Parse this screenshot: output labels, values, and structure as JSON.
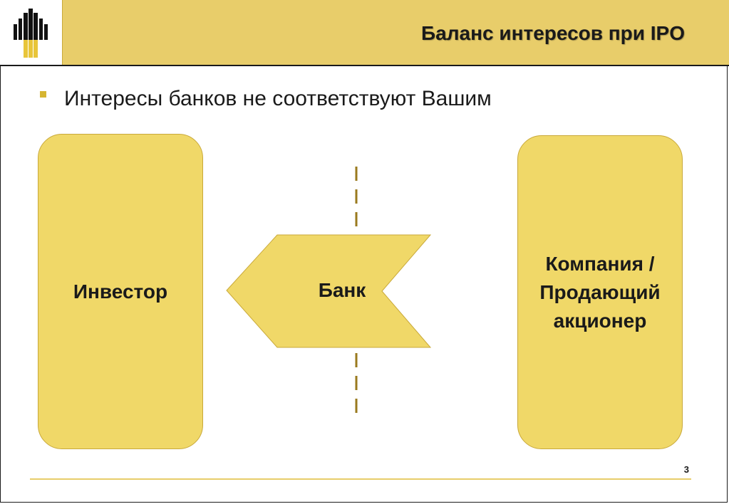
{
  "header": {
    "title": "Баланс интересов при IPO"
  },
  "logo": {
    "icon": "company-logo-icon"
  },
  "bullet": {
    "text": "Интересы банков не соответствуют Вашим"
  },
  "diagram": {
    "left_box": "Инвестор",
    "center_arrow": "Банк",
    "right_box_lines": [
      "Компания /",
      "Продающий",
      "акционер"
    ]
  },
  "colors": {
    "accent": "#e8cd6a",
    "box_fill": "#f0d868",
    "divider": "#9a7a1e"
  },
  "footer": {
    "page_number": "3"
  }
}
